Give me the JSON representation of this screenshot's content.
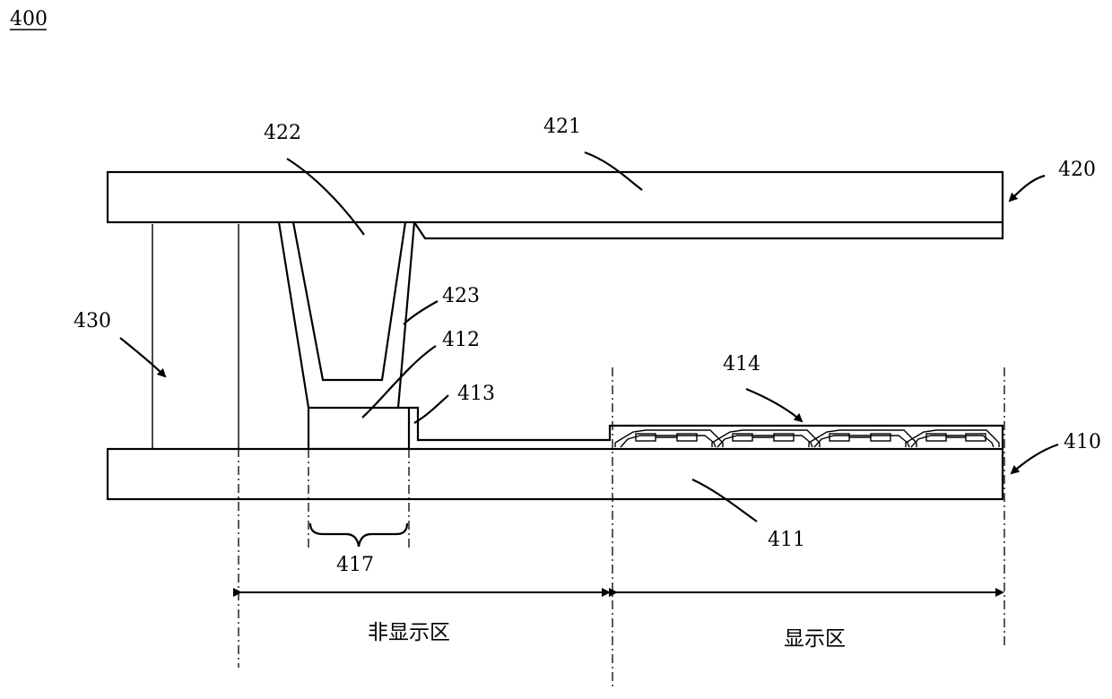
{
  "figure": {
    "number": "400",
    "labels": {
      "l421": "421",
      "l422": "422",
      "l423": "423",
      "l420": "420",
      "l430": "430",
      "l412": "412",
      "l413": "413",
      "l414": "414",
      "l410": "410",
      "l411": "411",
      "l417": "417"
    },
    "zones": {
      "non_display": "非显示区",
      "display": "显示区"
    }
  }
}
